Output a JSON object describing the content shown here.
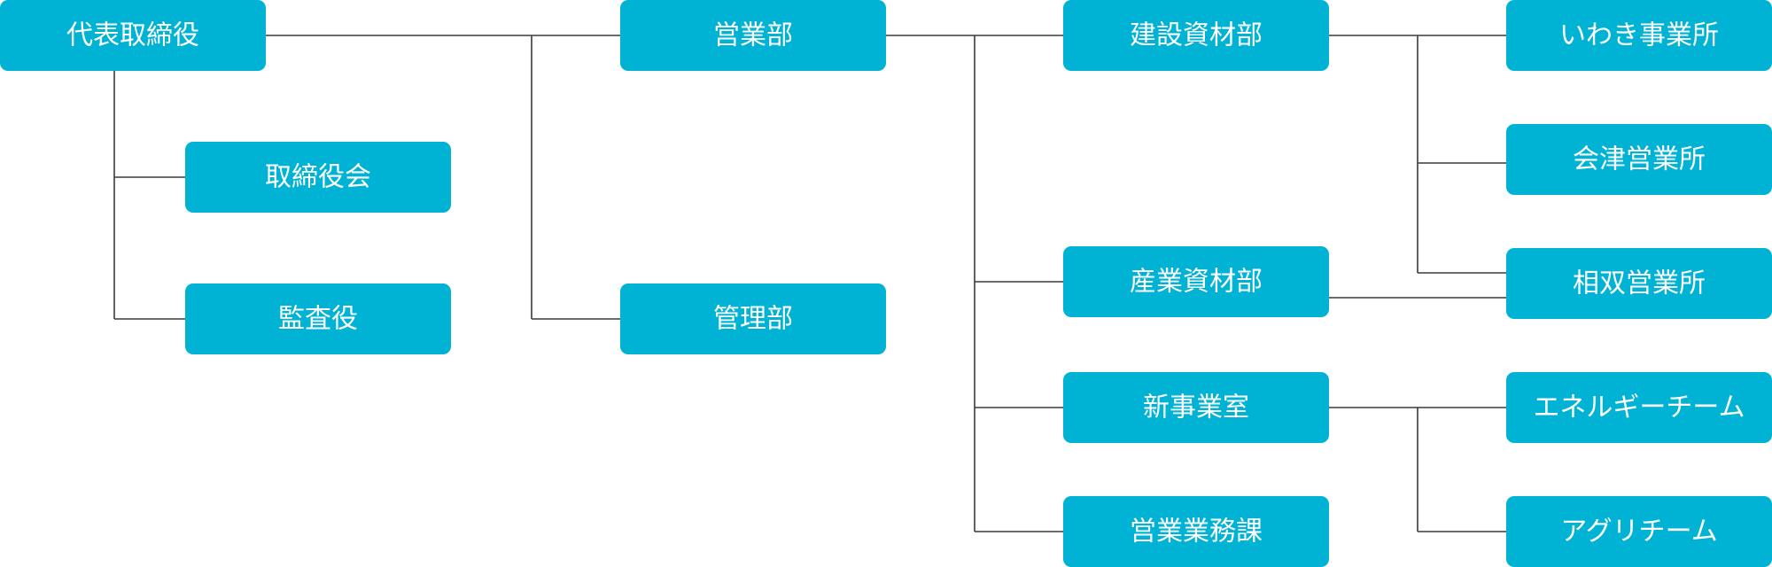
{
  "colors": {
    "node_fill": "#00b3d5",
    "node_text": "#ffffff",
    "connector": "#3a3a3a",
    "background": "#ffffff"
  },
  "nodes": {
    "representative_director": "代表取締役",
    "board_of_directors": "取締役会",
    "auditor": "監査役",
    "sales_division": "営業部",
    "administration_division": "管理部",
    "construction_materials_division": "建設資材部",
    "industrial_materials_division": "産業資材部",
    "new_business_office": "新事業室",
    "sales_operations_section": "営業業務課",
    "iwaki_office": "いわき事業所",
    "aizu_office": "会津営業所",
    "soso_office": "相双営業所",
    "energy_team": "エネルギーチーム",
    "agri_team": "アグリチーム"
  }
}
